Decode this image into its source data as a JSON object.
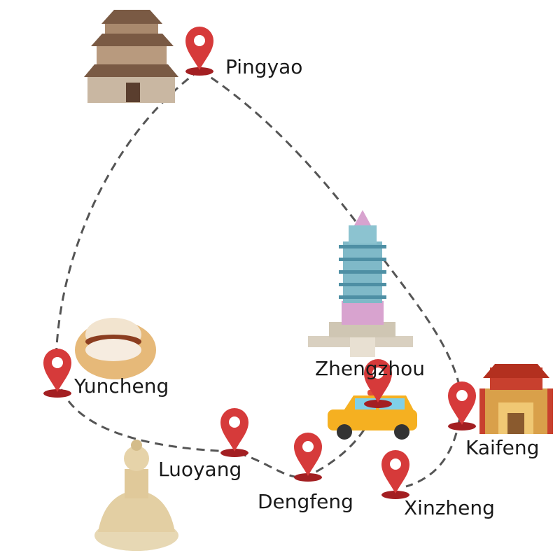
{
  "map": {
    "route_color": "#555555",
    "pin_color": "#d63a3a",
    "pin_shadow_color": "#a31f22",
    "places": [
      {
        "id": "pingyao",
        "name": "Pingyao",
        "landmark": "pagoda-temple-icon"
      },
      {
        "id": "yuncheng",
        "name": "Yuncheng",
        "landmark": "meat-bun-icon"
      },
      {
        "id": "luoyang",
        "name": "Luoyang",
        "landmark": "buddha-statue-icon"
      },
      {
        "id": "dengfeng",
        "name": "Dengfeng",
        "landmark": ""
      },
      {
        "id": "zhengzhou",
        "name": "Zhengzhou",
        "landmark": "tower-icon"
      },
      {
        "id": "kaifeng",
        "name": "Kaifeng",
        "landmark": "city-gate-icon"
      },
      {
        "id": "xinzheng",
        "name": "Xinzheng",
        "landmark": ""
      }
    ],
    "vehicle": "taxi-car-icon"
  }
}
